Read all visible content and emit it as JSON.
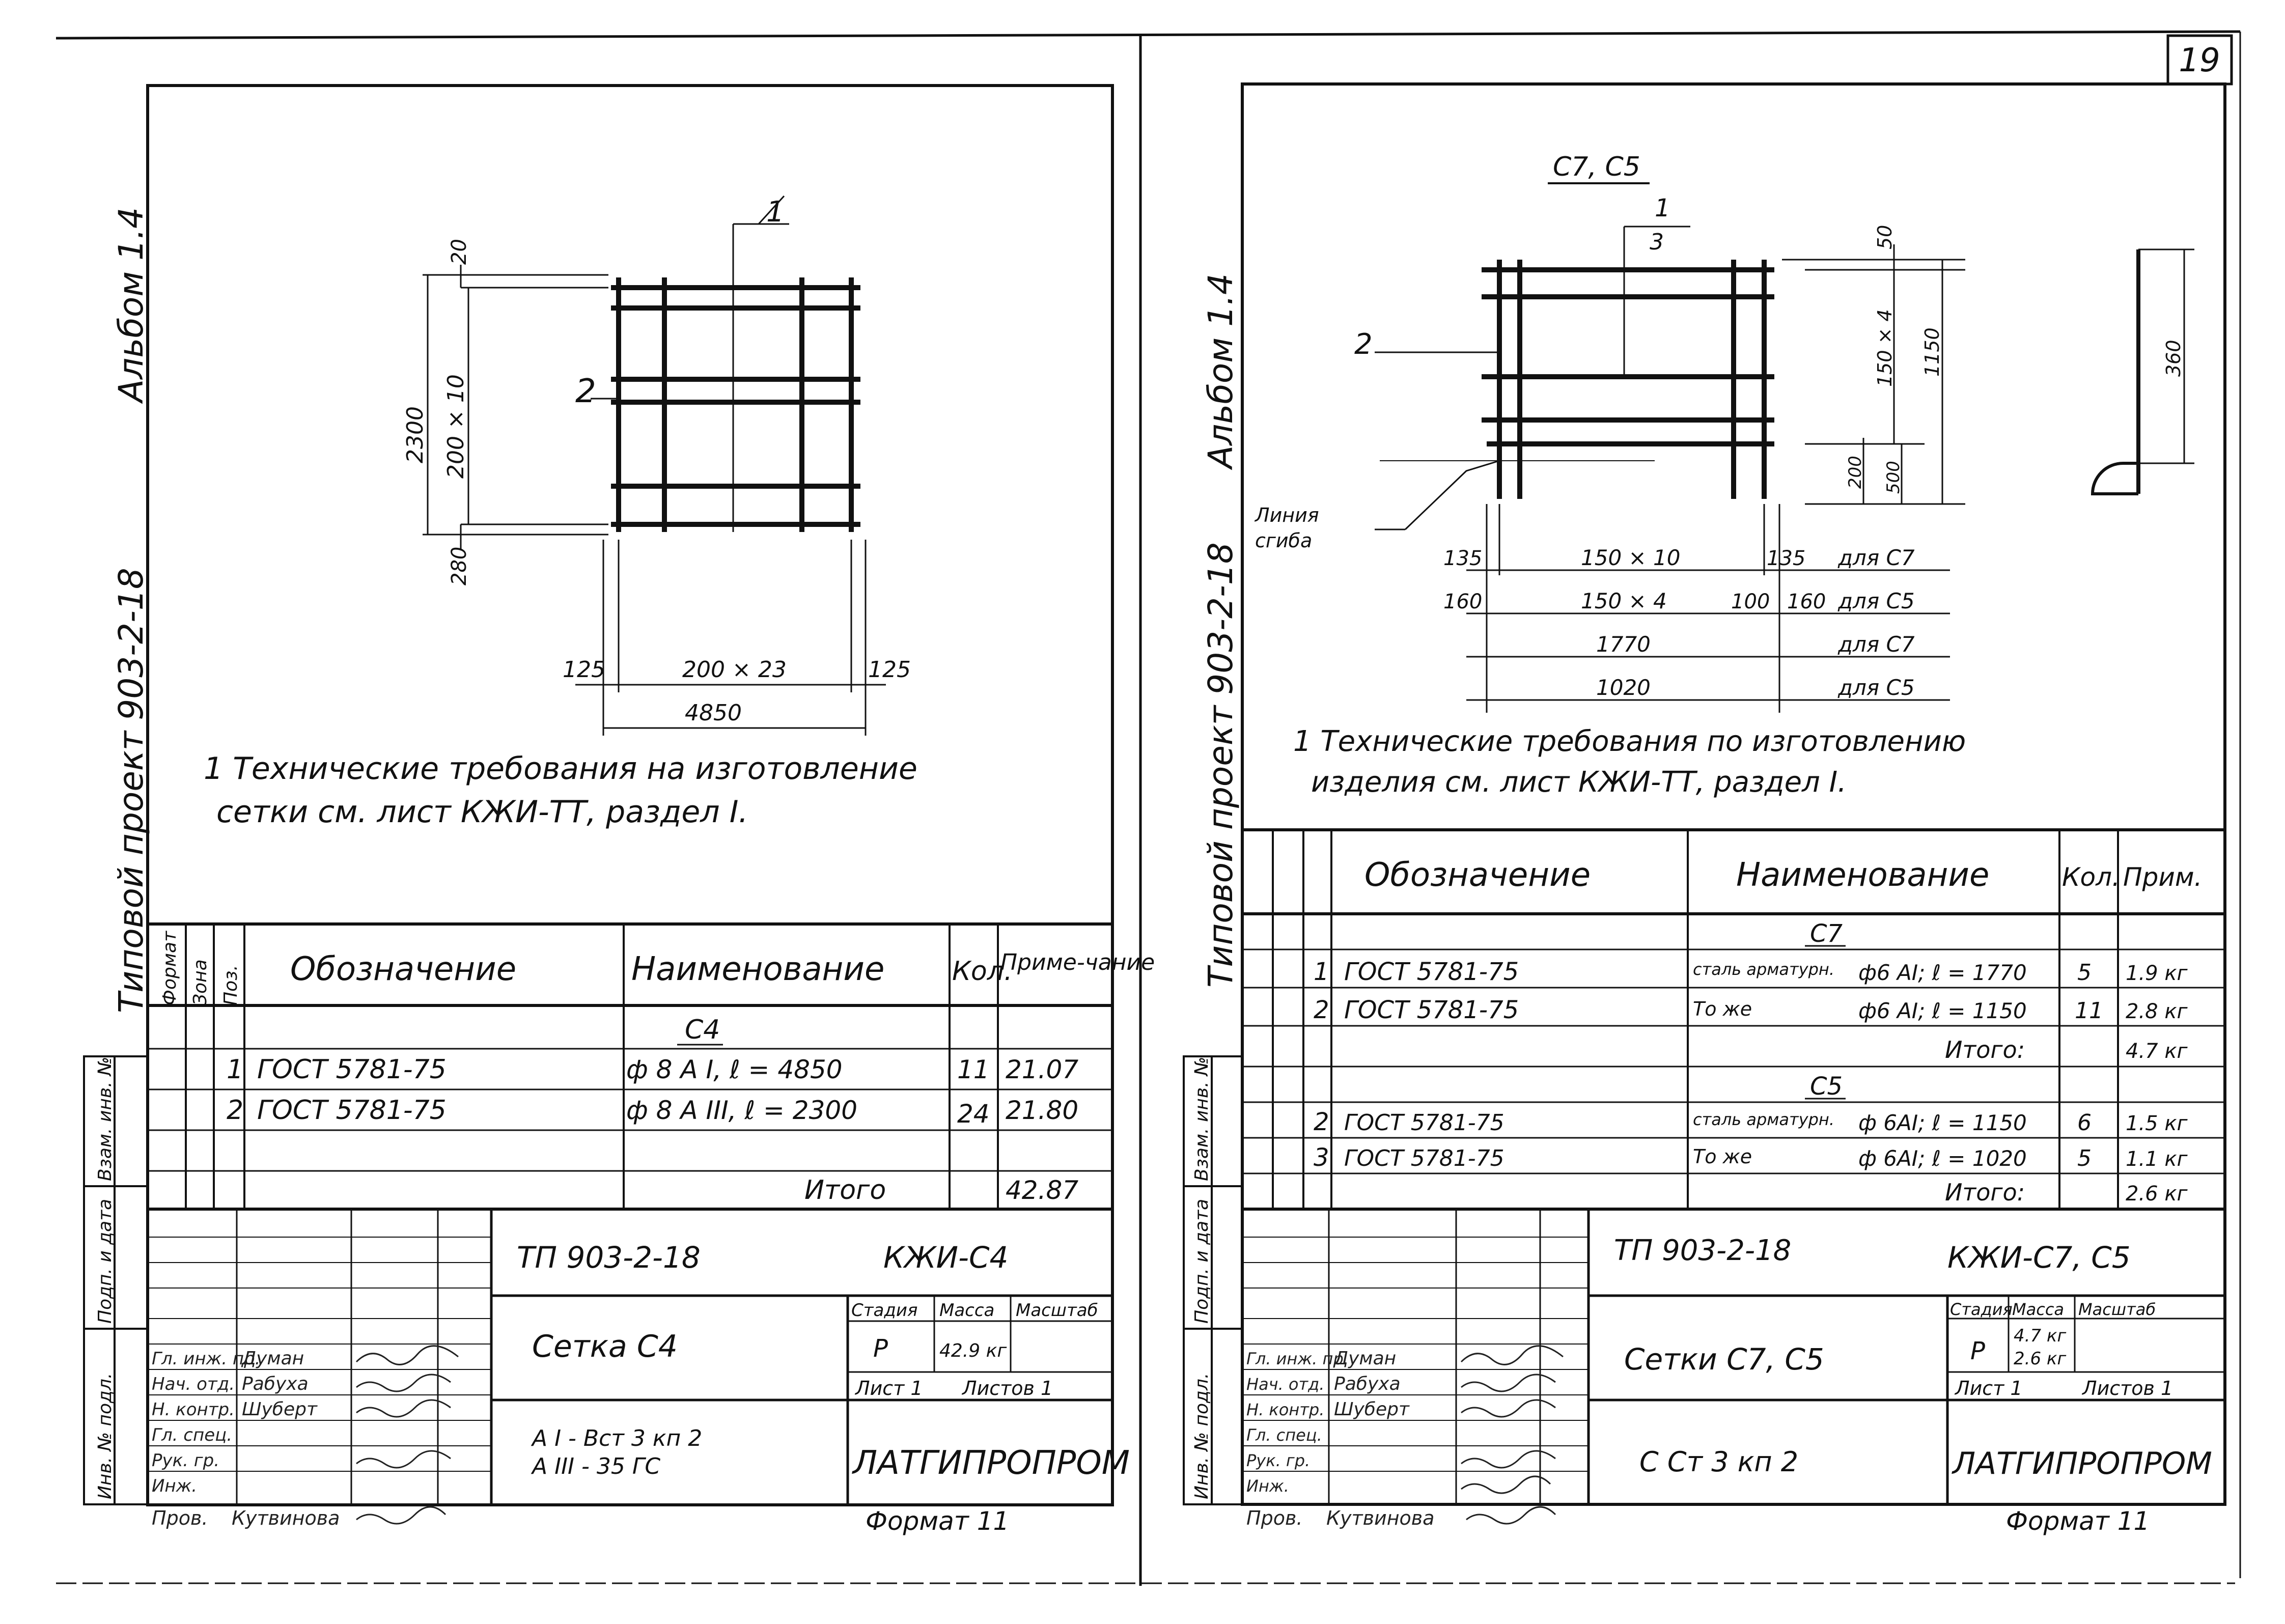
{
  "page_number": "19",
  "left": {
    "album": "Альбом 1.4",
    "project": "Типовой проект 903-2-18",
    "drawing": {
      "pos1": "1",
      "pos2": "2",
      "dim_top": "20",
      "dim_height": "2300",
      "dim_vert_step": "200 × 10",
      "dim_bottom": "280",
      "dim_left": "125",
      "dim_horiz_step": "200 × 23",
      "dim_right": "125",
      "dim_width": "4850"
    },
    "note_line1": "1 Технические   требования на изготовление",
    "note_line2": "сетки см. лист   КЖИ-ТТ, раздел I.",
    "spec": {
      "headers": {
        "format": "Формат",
        "zone": "Зона",
        "pos": "Поз.",
        "designation": "Обозначение",
        "name": "Наименование",
        "qty": "Кол.",
        "note": "Приме-чание"
      },
      "group": "С4",
      "rows": [
        {
          "pos": "1",
          "designation": "ГОСТ 5781-75",
          "name": "ф 8 А I,  ℓ = 4850",
          "qty": "11",
          "note": "21.07"
        },
        {
          "pos": "2",
          "designation": "ГОСТ 5781-75",
          "name": "ф 8 А III,  ℓ = 2300",
          "qty": "24",
          "note": "21.80"
        }
      ],
      "total_label": "Итого",
      "total_value": "42.87"
    },
    "side_labels": [
      "Инв. № подл.",
      "Подп. и дата",
      "Взам. инв. №"
    ],
    "title_block": {
      "code": "ТП 903-2-18",
      "sheet_code": "КЖИ-С4",
      "title": "Сетка С4",
      "material1": "А I - Вст 3 кп 2",
      "material2": "А III - 35 ГС",
      "stage_label": "Стадия",
      "mass_label": "Масса",
      "scale_label": "Масштаб",
      "stage": "Р",
      "mass": "42.9 кг",
      "sheet_label": "Лист 1",
      "sheets_label": "Листов 1",
      "org": "ЛАТГИПРОПРОМ",
      "format": "Формат 11",
      "roles": [
        "Гл. инж. пр.",
        "Нач. отд.",
        "Н. контр.",
        "Гл. спец.",
        "Рук. гр.",
        "Инж."
      ],
      "people": [
        "Думан",
        "Рабуха",
        "Шуберт",
        "",
        "",
        ""
      ],
      "checked_label": "Пров.",
      "checked_name": "Кутвинова"
    }
  },
  "right": {
    "album": "Альбом 1.4",
    "project": "Типовой проект 903-2-18",
    "drawing": {
      "heading": "С7, С5",
      "pos1": "1",
      "pos3": "3",
      "pos2": "2",
      "bend_line1": "Линия",
      "bend_line2": "сгиба",
      "dim_top": "50",
      "dim_vert_step": "150 × 4",
      "dim_height": "1150",
      "dim_200": "200",
      "dim_500": "500",
      "dim_hook": "360",
      "r1_left": "135",
      "r1_mid": "150 × 10",
      "r1_right": "135",
      "r1_label": "для С7",
      "r2_left": "160",
      "r2_mid": "150 × 4",
      "r2_right_a": "100",
      "r2_right_b": "160",
      "r2_label": "для С5",
      "r3_mid": "1770",
      "r3_label": "для С7",
      "r4_mid": "1020",
      "r4_label": "для С5"
    },
    "note_line1": "1 Технические   требования по изготовлению",
    "note_line2": "изделия  см. лист   КЖИ-ТТ, раздел I.",
    "spec": {
      "headers": {
        "designation": "Обозначение",
        "name": "Наименование",
        "qty": "Кол.",
        "note": "Прим."
      },
      "group1": "С7",
      "rows1": [
        {
          "pos": "1",
          "designation": "ГОСТ  5781-75",
          "name_a": "сталь арматурн.",
          "name_b": "ф6 АI;  ℓ = 1770",
          "qty": "5",
          "note": "1.9 кг"
        },
        {
          "pos": "2",
          "designation": "ГОСТ  5781-75",
          "name_a": "То же",
          "name_b": "ф6 АI;  ℓ = 1150",
          "qty": "11",
          "note": "2.8 кг"
        }
      ],
      "total1_label": "Итого:",
      "total1_value": "4.7 кг",
      "group2": "С5",
      "rows2": [
        {
          "pos": "2",
          "designation": "ГОСТ  5781-75",
          "name_a": "сталь арматурн.",
          "name_b": "ф 6АI;  ℓ = 1150",
          "qty": "6",
          "note": "1.5 кг"
        },
        {
          "pos": "3",
          "designation": "ГОСТ  5781-75",
          "name_a": "То же",
          "name_b": "ф 6АI;  ℓ = 1020",
          "qty": "5",
          "note": "1.1 кг"
        }
      ],
      "total2_label": "Итого:",
      "total2_value": "2.6 кг"
    },
    "side_labels": [
      "Инв. № подл.",
      "Подп. и дата",
      "Взам. инв. №"
    ],
    "title_block": {
      "code": "ТП 903-2-18",
      "sheet_code": "КЖИ-С7, С5",
      "title": "Сетки С7, С5",
      "material": "С Ст 3  кп 2",
      "stage_label": "Стадия",
      "mass_label": "Масса",
      "scale_label": "Масштаб",
      "stage": "Р",
      "mass1": "4.7 кг",
      "mass2": "2.6 кг",
      "sheet_label": "Лист 1",
      "sheets_label": "Листов 1",
      "org": "ЛАТГИПРОПРОМ",
      "format": "Формат 11",
      "roles": [
        "Гл. инж. пр.",
        "Нач. отд.",
        "Н. контр.",
        "Гл. спец.",
        "Рук. гр.",
        "Инж."
      ],
      "people": [
        "Думан",
        "Рабуха",
        "Шуберт",
        "",
        "",
        ""
      ],
      "checked_label": "Пров.",
      "checked_name": "Кутвинова"
    }
  }
}
